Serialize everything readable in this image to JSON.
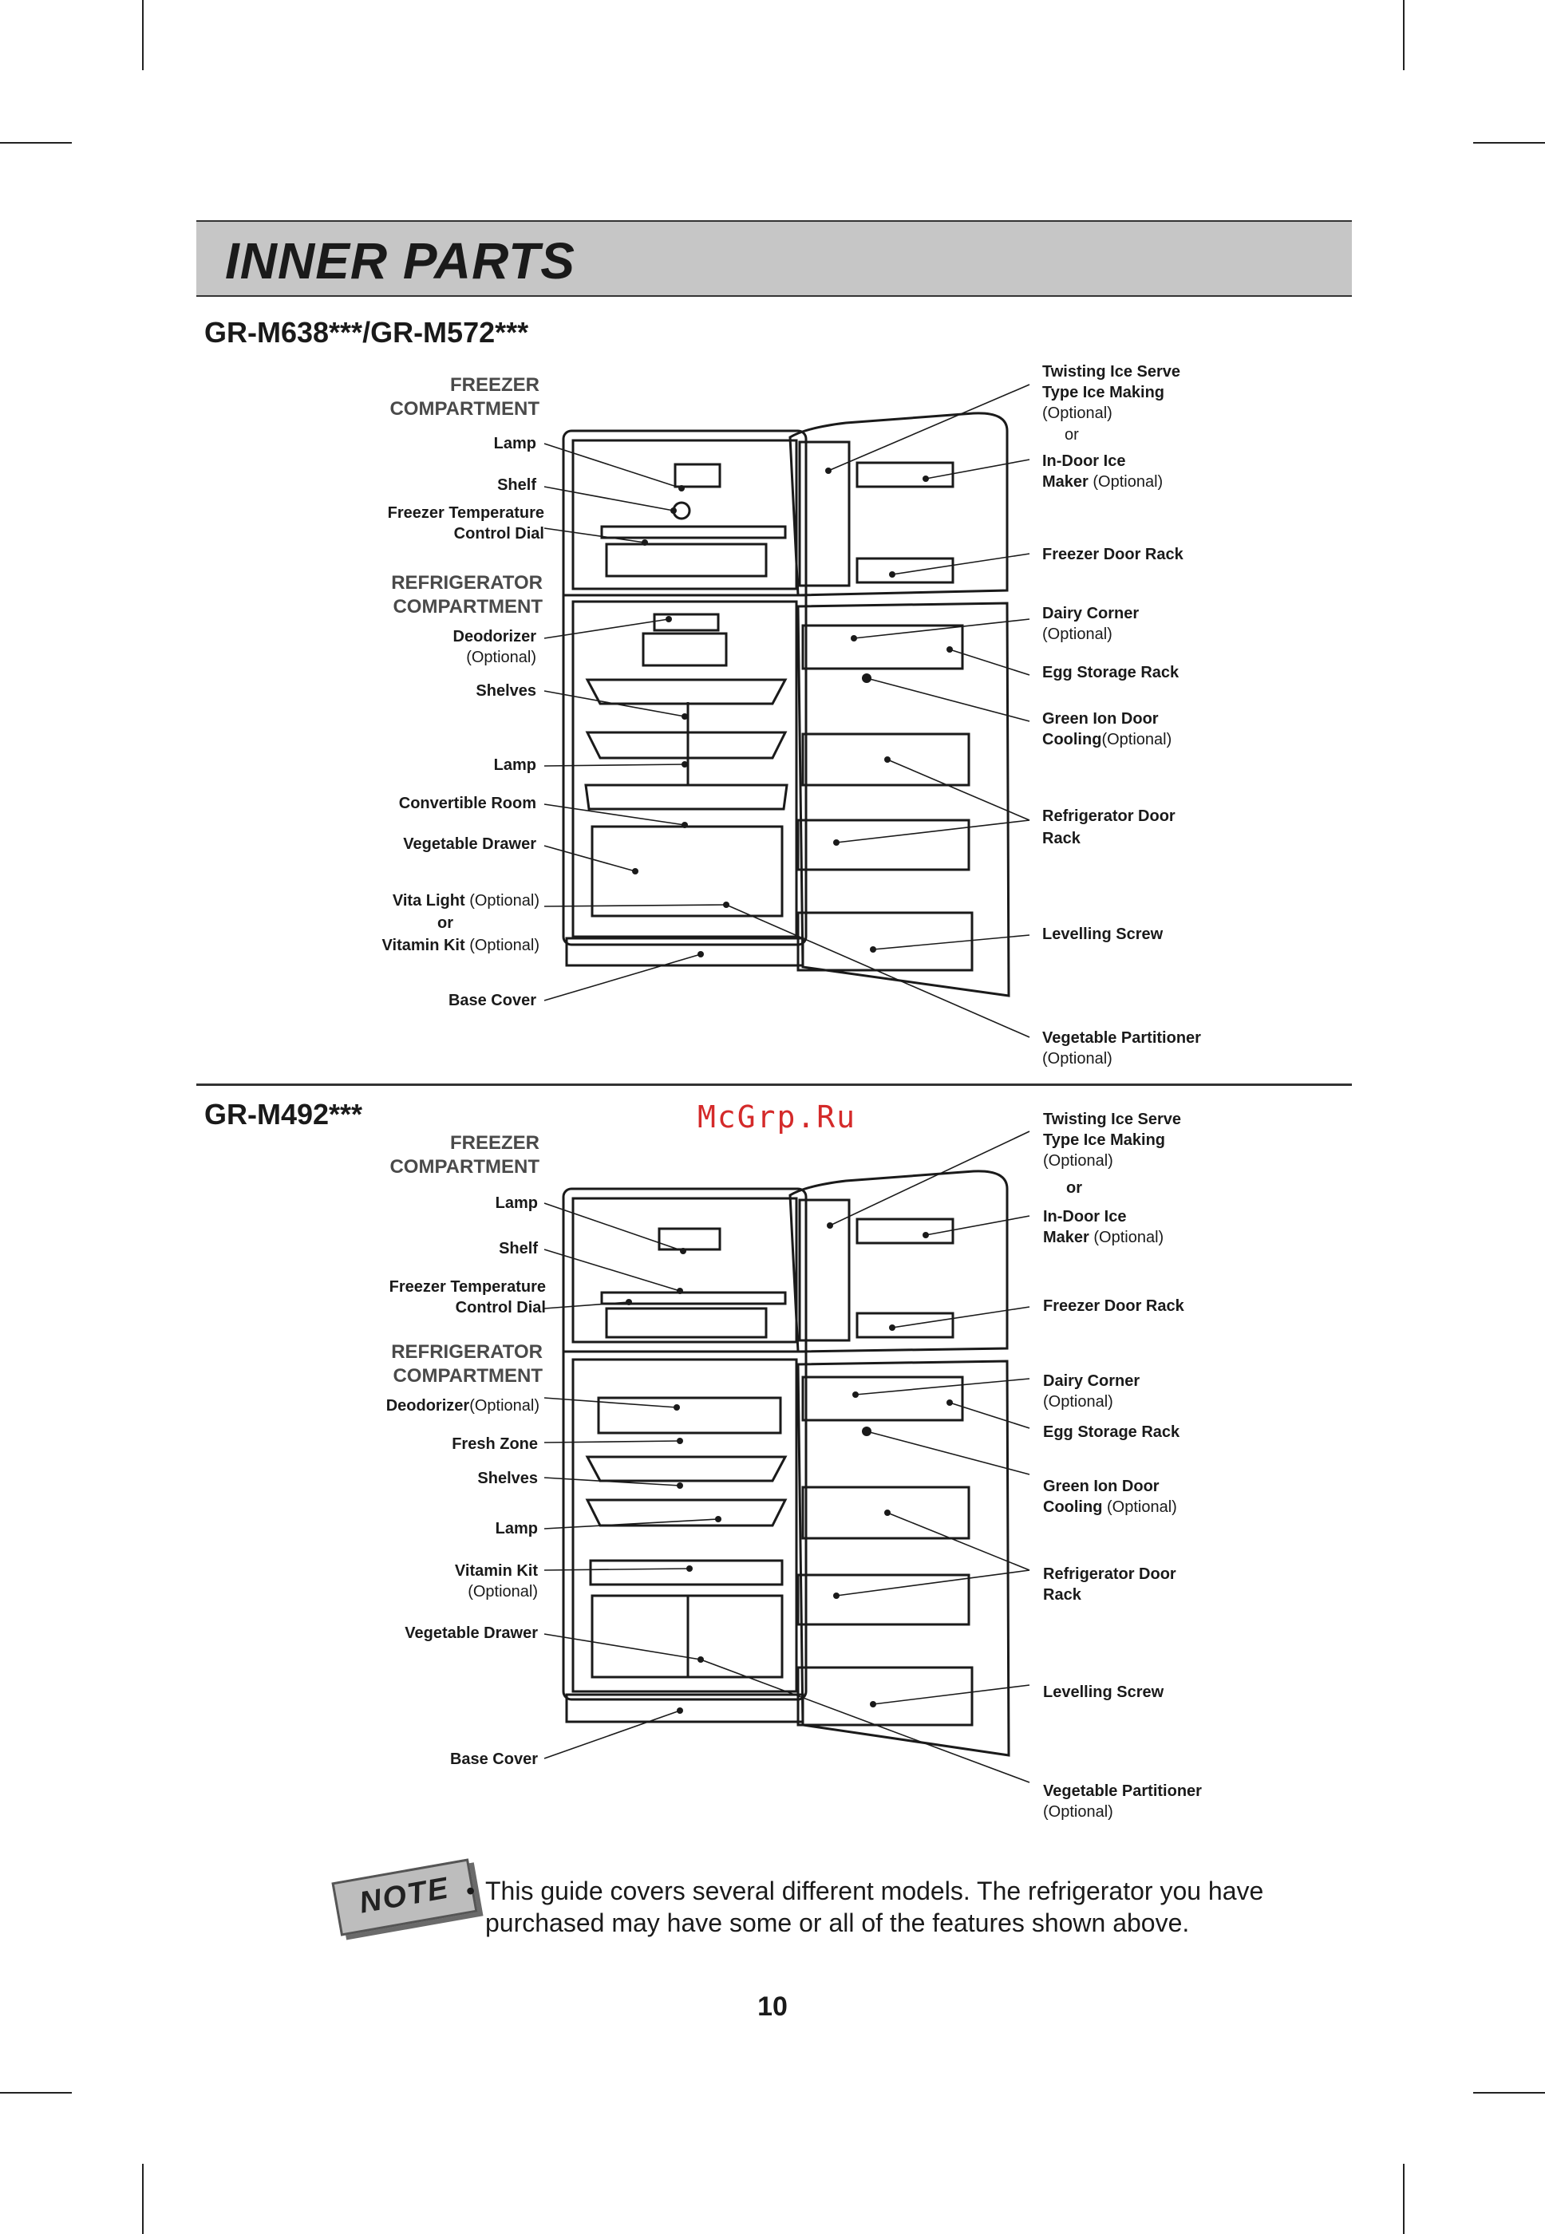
{
  "header": {
    "title": "INNER PARTS"
  },
  "watermark": "McGrp.Ru",
  "sections": [
    {
      "model": "GR-M638***/GR-M572***",
      "freezer_heading": [
        "FREEZER",
        "COMPARTMENT"
      ],
      "fridge_heading": [
        "REFRIGERATOR",
        "COMPARTMENT"
      ],
      "left_labels": {
        "lamp_top": "Lamp",
        "shelf": "Shelf",
        "ftc_1": "Freezer Temperature",
        "ftc_2": "Control Dial",
        "deodorizer": "Deodorizer",
        "deodorizer_opt": "(Optional)",
        "shelves": "Shelves",
        "lamp_bottom": "Lamp",
        "convertible": "Convertible Room",
        "veg_drawer": "Vegetable Drawer",
        "vita_light": "Vita Light",
        "vita_light_opt": "(Optional)",
        "or": "or",
        "vitamin_kit": "Vitamin Kit",
        "vitamin_kit_opt": "(Optional)",
        "base_cover": "Base Cover"
      },
      "right_labels": {
        "twisting_1": "Twisting Ice Serve",
        "twisting_2": "Type Ice Making",
        "twisting_opt": "(Optional)",
        "or": "or",
        "indoor_1": "In-Door Ice",
        "indoor_2": "Maker",
        "indoor_opt": "(Optional)",
        "freezer_rack": "Freezer Door Rack",
        "dairy": "Dairy Corner",
        "dairy_opt": "(Optional)",
        "egg": "Egg Storage Rack",
        "green_1": "Green Ion Door",
        "green_2": "Cooling",
        "green_opt": "(Optional)",
        "fridge_rack_1": "Refrigerator Door",
        "fridge_rack_2": "Rack",
        "levelling": "Levelling Screw",
        "partitioner": "Vegetable Partitioner",
        "partitioner_opt": "(Optional)"
      }
    },
    {
      "model": "GR-M492***",
      "freezer_heading": [
        "FREEZER",
        "COMPARTMENT"
      ],
      "fridge_heading": [
        "REFRIGERATOR",
        "COMPARTMENT"
      ],
      "left_labels": {
        "lamp_top": "Lamp",
        "shelf": "Shelf",
        "ftc_1": "Freezer Temperature",
        "ftc_2": "Control Dial",
        "deodorizer": "Deodorizer",
        "deodorizer_opt": "(Optional)",
        "fresh_zone": "Fresh Zone",
        "shelves": "Shelves",
        "lamp_bottom": "Lamp",
        "vitamin_kit": "Vitamin Kit",
        "vitamin_kit_opt": "(Optional)",
        "veg_drawer": "Vegetable Drawer",
        "base_cover": "Base Cover"
      },
      "right_labels": {
        "twisting_1": "Twisting Ice Serve",
        "twisting_2": "Type Ice Making",
        "twisting_opt": "(Optional)",
        "or": "or",
        "indoor_1": "In-Door Ice",
        "indoor_2": "Maker",
        "indoor_opt": "(Optional)",
        "freezer_rack": "Freezer Door Rack",
        "dairy": "Dairy Corner",
        "dairy_opt": "(Optional)",
        "egg": "Egg Storage Rack",
        "green_1": "Green Ion Door",
        "green_2": "Cooling",
        "green_opt": "(Optional)",
        "fridge_rack_1": "Refrigerator Door",
        "fridge_rack_2": "Rack",
        "levelling": "Levelling Screw",
        "partitioner": "Vegetable Partitioner",
        "partitioner_opt": "(Optional)"
      }
    }
  ],
  "note": {
    "badge": "NOTE",
    "bullet": "•",
    "text": "This guide covers several different models. The refrigerator you have purchased may have some or all of the features shown above."
  },
  "page_number": "10"
}
